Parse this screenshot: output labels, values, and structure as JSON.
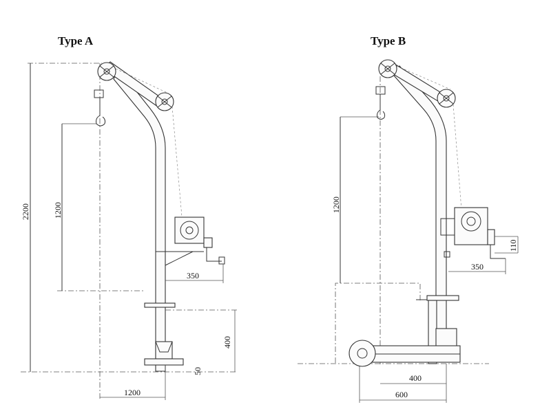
{
  "type_a": {
    "title": "Type A",
    "dims": {
      "height_total": "2200",
      "lift_height": "1200",
      "winch_offset": "350",
      "base_depth": "400",
      "base_plate": "50",
      "reach": "1200"
    }
  },
  "type_b": {
    "title": "Type B",
    "dims": {
      "lift_height": "1200",
      "winch_offset": "350",
      "winch_height": "110",
      "base_width_inner": "400",
      "base_width_outer": "600"
    }
  }
}
